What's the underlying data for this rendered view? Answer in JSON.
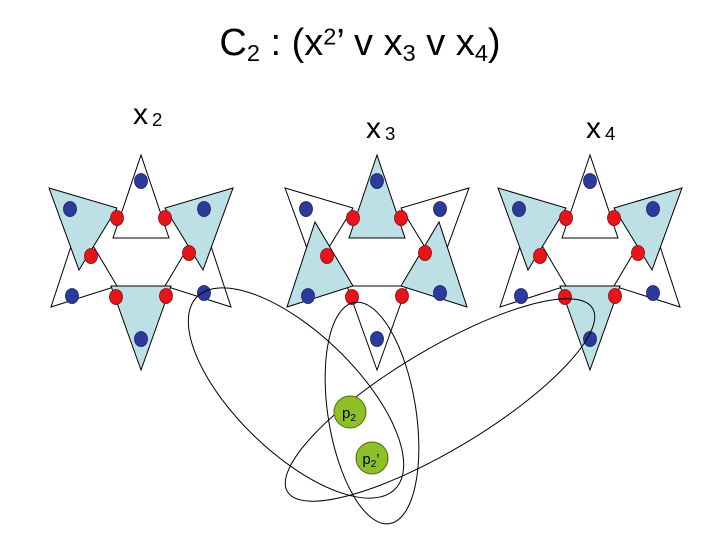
{
  "title": {
    "c": "C",
    "c_sub": "2",
    "open": " : (x",
    "x2_sub": "2",
    "prime": "’",
    "v1": " v x",
    "x3_sub": "3",
    "v2": " v x",
    "x4_sub": "4",
    "close": ")"
  },
  "gadgets": [
    {
      "var": "x",
      "sub": "2",
      "shaded": "down"
    },
    {
      "var": "x",
      "sub": "3",
      "shaded": "up"
    },
    {
      "var": "x",
      "sub": "4",
      "shaded": "down"
    }
  ],
  "clause_nodes": [
    {
      "base": "p",
      "sub": "2",
      "suffix": ""
    },
    {
      "base": "p",
      "sub": "2",
      "suffix": "’"
    }
  ],
  "colors": {
    "shade": "#bde0e6",
    "blue_node": "#2c3a9c",
    "red_node": "#e8141b",
    "clause_node": "#8dc026",
    "stroke": "#000000"
  }
}
